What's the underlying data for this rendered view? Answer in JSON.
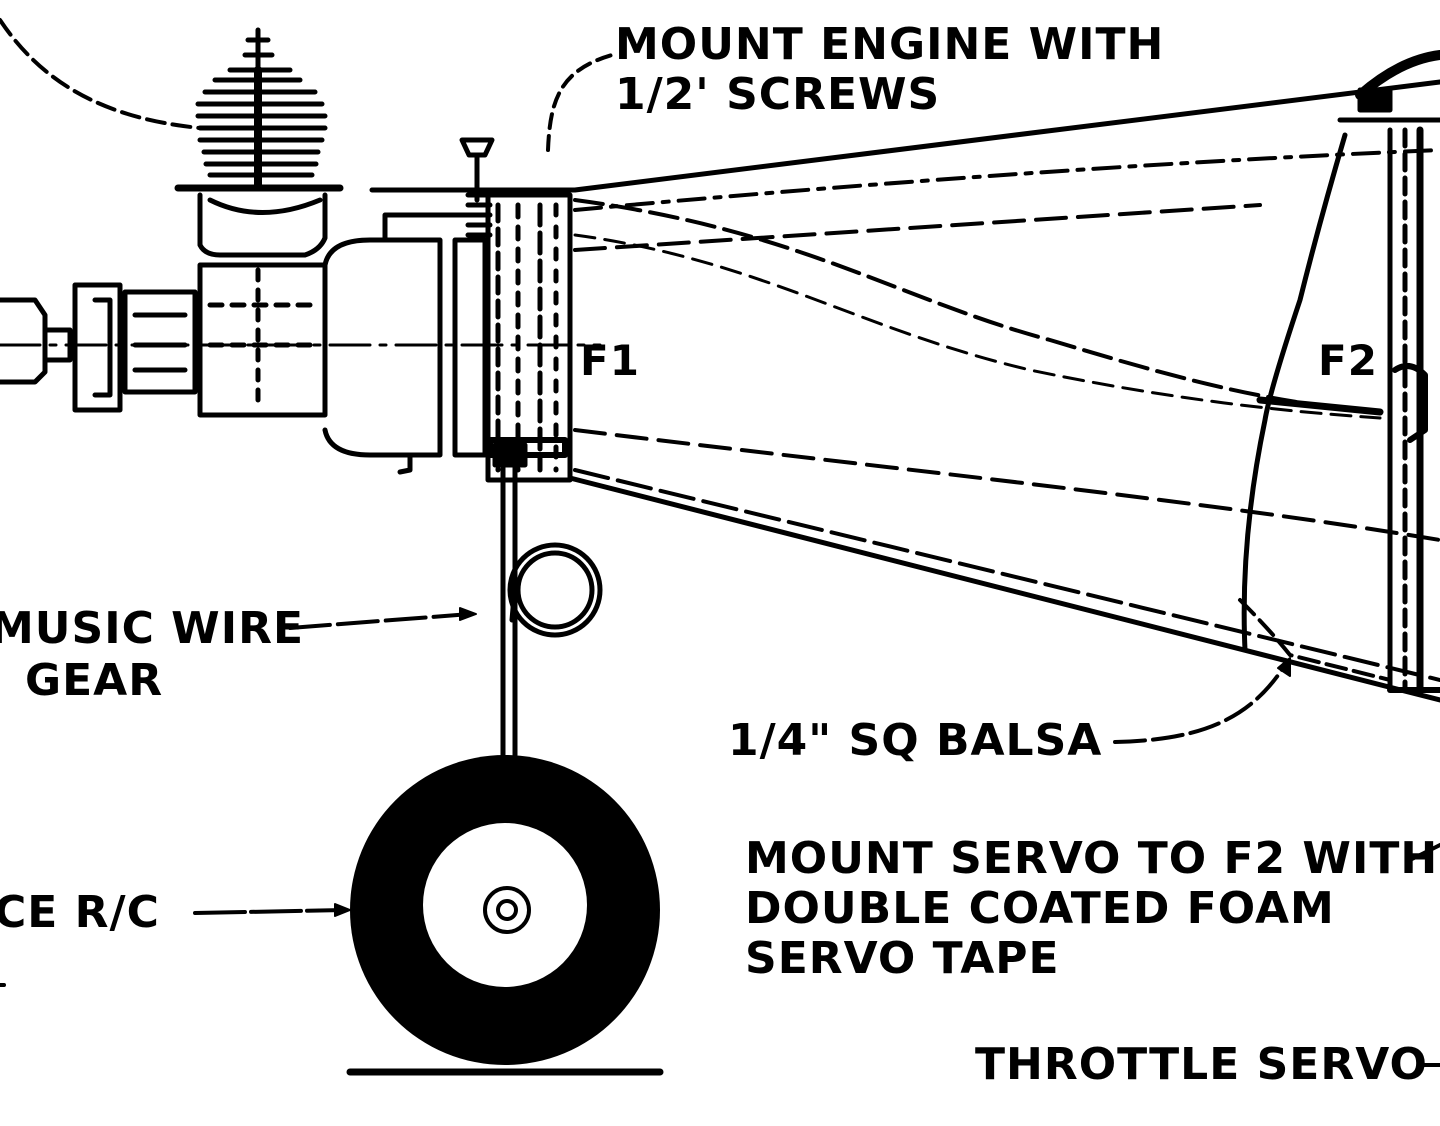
{
  "labels": {
    "mount_engine_line1": "MOUNT ENGINE WITH",
    "mount_engine_line2": "1/2' SCREWS",
    "former_f1": "F1",
    "former_f2": "F2",
    "music_wire_line1": "MUSIC WIRE",
    "music_wire_line2": "GEAR",
    "balsa": "1/4\" SQ BALSA",
    "mount_servo_line1": "MOUNT SERVO TO F2 WITH",
    "mount_servo_line2": "DOUBLE COATED FOAM",
    "mount_servo_line3": "SERVO TAPE",
    "rc_partial": "CE R/C",
    "throttle_servo": "THROTTLE SERVO"
  },
  "colors": {
    "ink": "#000000",
    "paper": "#ffffff"
  }
}
